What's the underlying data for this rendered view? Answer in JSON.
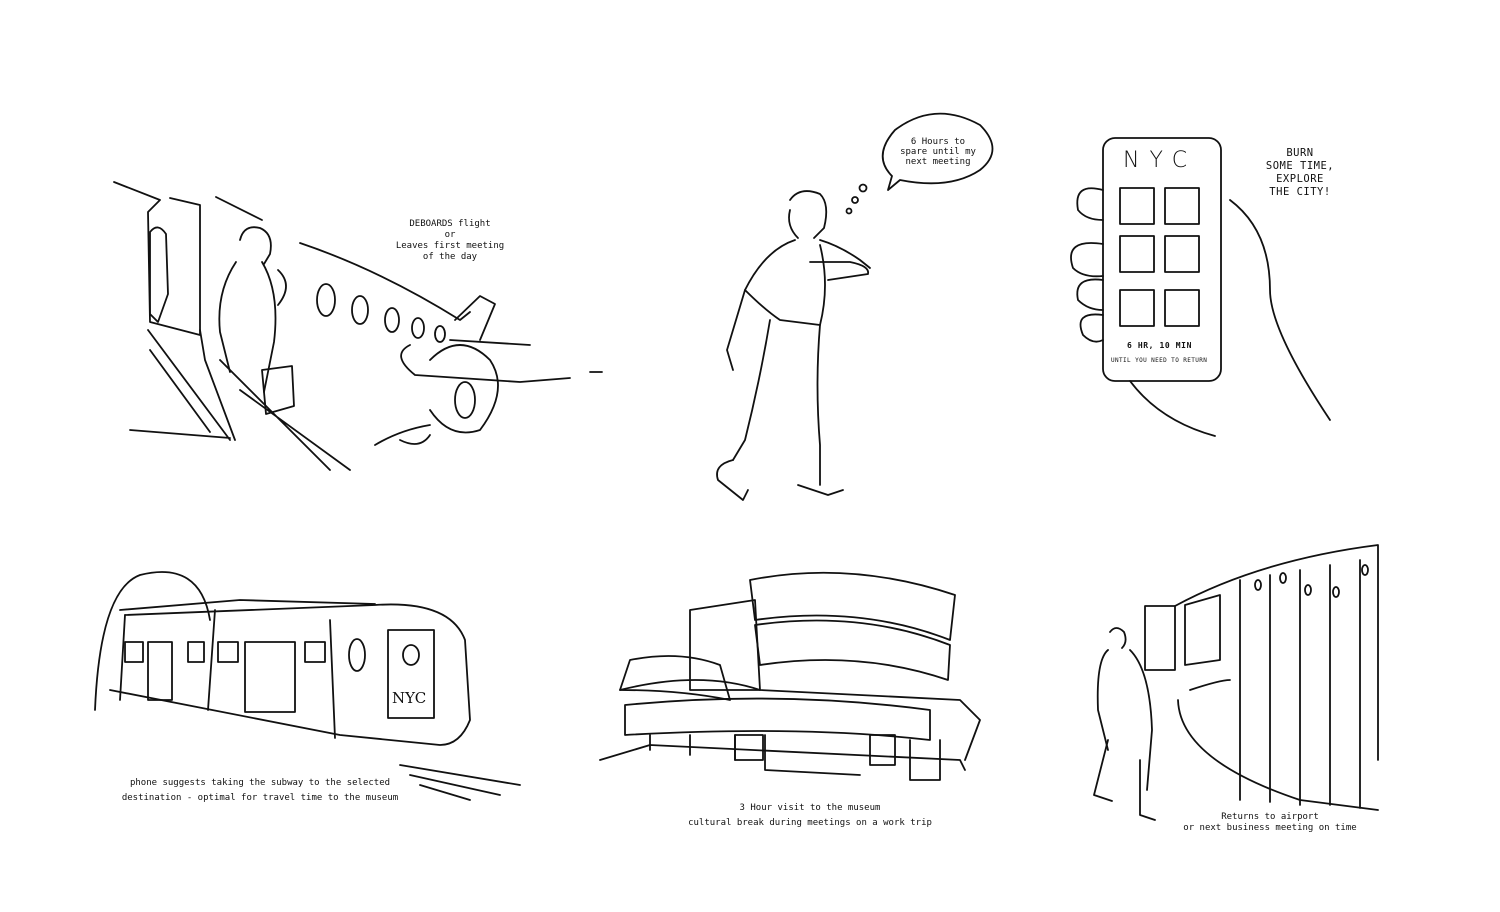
{
  "panels": {
    "plane": {
      "lines": [
        "DEBOARDS flight",
        "or",
        "Leaves first meeting",
        "of the day"
      ]
    },
    "walker": {
      "bubble": [
        "6 Hours to",
        "spare until my",
        "next meeting"
      ]
    },
    "phone": {
      "side": [
        "BURN",
        "SOME TIME,",
        "EXPLORE",
        "THE CITY!"
      ],
      "screen_title": "NYC",
      "time_left": "6 HR, 10 MIN",
      "subtitle": "UNTIL YOU NEED TO RETURN"
    },
    "subway": {
      "lines": [
        "phone suggests taking the subway to the selected",
        "destination - optimal for travel time to the museum"
      ],
      "train_sign": "NYC"
    },
    "museum": {
      "lines": [
        "3 Hour visit to the museum",
        "cultural break during meetings on a work trip"
      ]
    },
    "airport": {
      "lines": [
        "Returns to airport",
        "or next business meeting on time"
      ]
    }
  }
}
